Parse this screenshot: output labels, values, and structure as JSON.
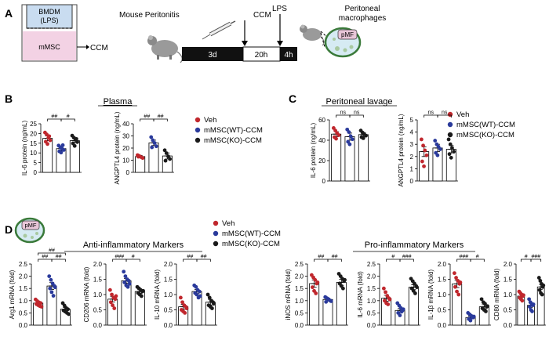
{
  "panels": {
    "A": {
      "letter": "A",
      "dish_top_line1": "BMDM",
      "dish_top_line2": "(LPS)",
      "dish_bottom": "mMSC",
      "output_label": "CCM",
      "model_label": "Mouse Peritonitis",
      "ccm_label": "CCM",
      "lps_label": "LPS",
      "timeline": [
        "3d",
        "20h",
        "4h"
      ],
      "macrophage_label_line1": "Peritoneal",
      "macrophage_label_line2": "macrophages",
      "pmf_label": "pMF"
    },
    "B": {
      "letter": "B",
      "title": "Plasma"
    },
    "C": {
      "letter": "C",
      "title": "Peritoneal lavage"
    },
    "D": {
      "letter": "D",
      "pmf_label": "pMF",
      "anti_title": "Anti-inflammatory Markers",
      "pro_title": "Pro-inflammatory Markers"
    }
  },
  "legend": {
    "items": [
      {
        "label": "Veh",
        "color": "#c0272d"
      },
      {
        "label": "mMSC(WT)-CCM",
        "color": "#2a3a9b"
      },
      {
        "label": "mMSC(KO)-CCM",
        "color": "#1a1a1a"
      }
    ]
  },
  "colors": {
    "veh": "#c0272d",
    "wt": "#2a3a9b",
    "ko": "#1a1a1a",
    "dish_top": "#c9dcf0",
    "dish_bottom": "#f3d2e4",
    "pmf_fill": "#d6ebf3",
    "pmf_ring": "#3a7a3a"
  },
  "chart_data": [
    {
      "id": "B1",
      "type": "bar",
      "ylabel": "IL-6 protein (ng/mL)",
      "ylim": [
        0,
        25
      ],
      "yticks": [
        "0",
        "5",
        "10",
        "15",
        "20",
        "25"
      ],
      "categories": [
        "Veh",
        "mMSC(WT)-CCM",
        "mMSC(KO)-CCM"
      ],
      "values": [
        17.5,
        12.2,
        16.3
      ],
      "errors": [
        1.2,
        1.0,
        1.1
      ],
      "points": [
        [
          20.5,
          19.5,
          17.8,
          16.5,
          15.8,
          14.6,
          18.6
        ],
        [
          13.8,
          12.9,
          12.2,
          11.5,
          10.8,
          10.2,
          14.0
        ],
        [
          18.9,
          17.8,
          16.8,
          15.6,
          14.9,
          13.6,
          17.2
        ]
      ],
      "significance": [
        {
          "label": "##",
          "from": 0,
          "to": 1,
          "level": 1
        },
        {
          "label": "#",
          "from": 1,
          "to": 2,
          "level": 1
        }
      ]
    },
    {
      "id": "B2",
      "type": "bar",
      "ylabel": "ANGPTL4 protein (ng/mL)",
      "ylim": [
        0,
        40
      ],
      "yticks": [
        "0",
        "10",
        "20",
        "30",
        "40"
      ],
      "categories": [
        "Veh",
        "mMSC(WT)-CCM",
        "mMSC(KO)-CCM"
      ],
      "values": [
        13.0,
        24.3,
        13.5
      ],
      "errors": [
        1.0,
        2.2,
        2.5
      ],
      "points": [
        [
          14.2,
          13.5,
          12.6,
          11.8,
          12.9
        ],
        [
          29.0,
          26.4,
          24.2,
          21.5,
          20.6
        ],
        [
          18.2,
          15.8,
          13.2,
          11.0,
          9.6
        ]
      ],
      "significance": [
        {
          "label": "##",
          "from": 0,
          "to": 1,
          "level": 1
        },
        {
          "label": "##",
          "from": 1,
          "to": 2,
          "level": 1
        }
      ]
    },
    {
      "id": "C1",
      "type": "bar",
      "ylabel": "IL-6 protein (ng/mL)",
      "ylim": [
        0,
        60
      ],
      "yticks": [
        "0",
        "20",
        "40",
        "60"
      ],
      "categories": [
        "Veh",
        "mMSC(WT)-CCM",
        "mMSC(KO)-CCM"
      ],
      "values": [
        46.0,
        43.5,
        45.5
      ],
      "errors": [
        2.5,
        3.5,
        2.0
      ],
      "points": [
        [
          52.0,
          49.5,
          47.0,
          45.0,
          43.0,
          41.5
        ],
        [
          50.5,
          48.0,
          44.0,
          41.0,
          38.5,
          36.0
        ],
        [
          49.5,
          47.5,
          46.0,
          44.5,
          43.0,
          42.0
        ]
      ],
      "significance": [
        {
          "label": "ns",
          "from": 0,
          "to": 1,
          "level": 1
        },
        {
          "label": "ns",
          "from": 1,
          "to": 2,
          "level": 1
        }
      ]
    },
    {
      "id": "C2",
      "type": "bar",
      "ylabel": "ANGPTL4 protein (ng/mL)",
      "ylim": [
        0,
        5
      ],
      "yticks": [
        "0",
        "1",
        "2",
        "3",
        "4",
        "5"
      ],
      "categories": [
        "Veh",
        "mMSC(WT)-CCM",
        "mMSC(KO)-CCM"
      ],
      "values": [
        2.4,
        2.7,
        2.6
      ],
      "errors": [
        0.4,
        0.3,
        0.3
      ],
      "points": [
        [
          3.4,
          2.9,
          2.5,
          2.1,
          1.6,
          1.2
        ],
        [
          3.3,
          3.0,
          2.8,
          2.6,
          2.3,
          2.1
        ],
        [
          3.4,
          3.0,
          2.7,
          2.4,
          2.2,
          1.9
        ]
      ],
      "significance": [
        {
          "label": "ns",
          "from": 0,
          "to": 1,
          "level": 1
        },
        {
          "label": "ns",
          "from": 1,
          "to": 2,
          "level": 1
        }
      ]
    },
    {
      "id": "D1",
      "type": "bar",
      "ylabel": "Arg1 mRNA (fold)",
      "ylim": [
        0,
        2.5
      ],
      "yticks": [
        "0.0",
        "0.5",
        "1.0",
        "1.5",
        "2.0",
        "2.5"
      ],
      "categories": [
        "Veh",
        "mMSC(WT)-CCM",
        "mMSC(KO)-CCM"
      ],
      "values": [
        0.9,
        1.6,
        0.65
      ],
      "errors": [
        0.06,
        0.14,
        0.07
      ],
      "points": [
        [
          1.05,
          0.98,
          0.93,
          0.9,
          0.86,
          0.82,
          0.78,
          0.75
        ],
        [
          2.0,
          1.85,
          1.7,
          1.6,
          1.5,
          1.35,
          1.2,
          1.55
        ],
        [
          0.9,
          0.8,
          0.7,
          0.65,
          0.6,
          0.55,
          0.5,
          0.45
        ]
      ],
      "significance": [
        {
          "label": "##",
          "from": 0,
          "to": 1,
          "level": 1
        },
        {
          "label": "##",
          "from": 1,
          "to": 2,
          "level": 1
        },
        {
          "label": "##",
          "from": 0,
          "to": 2,
          "level": 2
        }
      ]
    },
    {
      "id": "D2",
      "type": "bar",
      "ylabel": "CD206 mRNA (fold)",
      "ylim": [
        0,
        2.0
      ],
      "yticks": [
        "0.0",
        "0.5",
        "1.0",
        "1.5",
        "2.0"
      ],
      "categories": [
        "Veh",
        "mMSC(WT)-CCM",
        "mMSC(KO)-CCM"
      ],
      "values": [
        0.85,
        1.45,
        1.1
      ],
      "errors": [
        0.09,
        0.08,
        0.06
      ],
      "points": [
        [
          1.15,
          1.0,
          0.9,
          0.85,
          0.75,
          0.65,
          0.55,
          0.95
        ],
        [
          1.75,
          1.6,
          1.5,
          1.45,
          1.4,
          1.3,
          1.25,
          1.35
        ],
        [
          1.25,
          1.2,
          1.15,
          1.1,
          1.05,
          1.0,
          0.95,
          1.12
        ]
      ],
      "significance": [
        {
          "label": "###",
          "from": 0,
          "to": 1,
          "level": 1
        },
        {
          "label": "#",
          "from": 1,
          "to": 2,
          "level": 1
        }
      ]
    },
    {
      "id": "D3",
      "type": "bar",
      "ylabel": "IL-10 mRNA (fold)",
      "ylim": [
        0,
        2.0
      ],
      "yticks": [
        "0.0",
        "0.5",
        "1.0",
        "1.5",
        "2.0"
      ],
      "categories": [
        "Veh",
        "mMSC(WT)-CCM",
        "mMSC(KO)-CCM"
      ],
      "values": [
        0.6,
        1.1,
        0.75
      ],
      "errors": [
        0.08,
        0.07,
        0.09
      ],
      "points": [
        [
          0.9,
          0.75,
          0.65,
          0.6,
          0.5,
          0.45,
          0.4,
          0.55
        ],
        [
          1.3,
          1.25,
          1.15,
          1.1,
          1.05,
          1.0,
          0.9,
          0.95
        ],
        [
          1.0,
          0.9,
          0.8,
          0.75,
          0.65,
          0.6,
          0.55,
          0.7
        ]
      ],
      "significance": [
        {
          "label": "##",
          "from": 0,
          "to": 1,
          "level": 1
        },
        {
          "label": "##",
          "from": 1,
          "to": 2,
          "level": 1
        }
      ]
    },
    {
      "id": "D4",
      "type": "bar",
      "ylabel": "iNOS mRNA (fold)",
      "ylim": [
        0,
        2.5
      ],
      "yticks": [
        "0.0",
        "0.5",
        "1.0",
        "1.5",
        "2.0",
        "2.5"
      ],
      "categories": [
        "Veh",
        "mMSC(WT)-CCM",
        "mMSC(KO)-CCM"
      ],
      "values": [
        1.7,
        1.05,
        1.75
      ],
      "errors": [
        0.15,
        0.05,
        0.12
      ],
      "points": [
        [
          2.05,
          1.95,
          1.85,
          1.7,
          1.55,
          1.4,
          1.3,
          1.75
        ],
        [
          1.15,
          1.1,
          1.05,
          1.0,
          0.95,
          1.08,
          1.02,
          0.98
        ],
        [
          2.1,
          2.0,
          1.9,
          1.8,
          1.7,
          1.6,
          1.5,
          1.85
        ]
      ],
      "significance": [
        {
          "label": "##",
          "from": 0,
          "to": 1,
          "level": 1
        },
        {
          "label": "##",
          "from": 1,
          "to": 2,
          "level": 1
        }
      ]
    },
    {
      "id": "D5",
      "type": "bar",
      "ylabel": "IL-6 mRNA (fold)",
      "ylim": [
        0,
        2.5
      ],
      "yticks": [
        "0.0",
        "0.5",
        "1.0",
        "1.5",
        "2.0",
        "2.5"
      ],
      "categories": [
        "Veh",
        "mMSC(WT)-CCM",
        "mMSC(KO)-CCM"
      ],
      "values": [
        1.1,
        0.6,
        1.55
      ],
      "errors": [
        0.12,
        0.08,
        0.1
      ],
      "points": [
        [
          1.5,
          1.35,
          1.2,
          1.1,
          1.0,
          0.9,
          0.85,
          1.05
        ],
        [
          0.9,
          0.8,
          0.7,
          0.6,
          0.5,
          0.4,
          0.55,
          0.65
        ],
        [
          1.9,
          1.8,
          1.7,
          1.6,
          1.5,
          1.4,
          1.3,
          1.55
        ]
      ],
      "significance": [
        {
          "label": "#",
          "from": 0,
          "to": 1,
          "level": 1
        },
        {
          "label": "###",
          "from": 1,
          "to": 2,
          "level": 1
        }
      ]
    },
    {
      "id": "D6",
      "type": "bar",
      "ylabel": "IL-1β mRNA (fold)",
      "ylim": [
        0,
        2.0
      ],
      "yticks": [
        "0.0",
        "0.5",
        "1.0",
        "1.5",
        "2.0"
      ],
      "categories": [
        "Veh",
        "mMSC(WT)-CCM",
        "mMSC(KO)-CCM"
      ],
      "values": [
        1.35,
        0.25,
        0.6
      ],
      "errors": [
        0.12,
        0.04,
        0.07
      ],
      "points": [
        [
          1.7,
          1.55,
          1.45,
          1.35,
          1.25,
          1.1,
          1.0,
          1.4
        ],
        [
          0.4,
          0.35,
          0.3,
          0.25,
          0.2,
          0.15,
          0.25,
          0.28
        ],
        [
          0.85,
          0.75,
          0.7,
          0.6,
          0.55,
          0.5,
          0.45,
          0.62
        ]
      ],
      "significance": [
        {
          "label": "###",
          "from": 0,
          "to": 1,
          "level": 1
        },
        {
          "label": "#",
          "from": 1,
          "to": 2,
          "level": 1
        }
      ]
    },
    {
      "id": "D7",
      "type": "bar",
      "ylabel": "CD80 mRNA (fold)",
      "ylim": [
        0,
        2.0
      ],
      "yticks": [
        "0.0",
        "0.5",
        "1.0",
        "1.5",
        "2.0"
      ],
      "categories": [
        "Veh",
        "mMSC(WT)-CCM",
        "mMSC(KO)-CCM"
      ],
      "values": [
        0.95,
        0.65,
        1.25
      ],
      "errors": [
        0.05,
        0.07,
        0.08
      ],
      "points": [
        [
          1.1,
          1.05,
          1.0,
          0.95,
          0.9,
          0.85,
          0.8,
          0.98
        ],
        [
          0.85,
          0.75,
          0.7,
          0.65,
          0.6,
          0.5,
          0.45,
          0.68
        ],
        [
          1.55,
          1.45,
          1.35,
          1.25,
          1.15,
          1.05,
          1.0,
          1.3
        ]
      ],
      "significance": [
        {
          "label": "#",
          "from": 0,
          "to": 1,
          "level": 1
        },
        {
          "label": "###",
          "from": 1,
          "to": 2,
          "level": 1
        }
      ]
    }
  ]
}
